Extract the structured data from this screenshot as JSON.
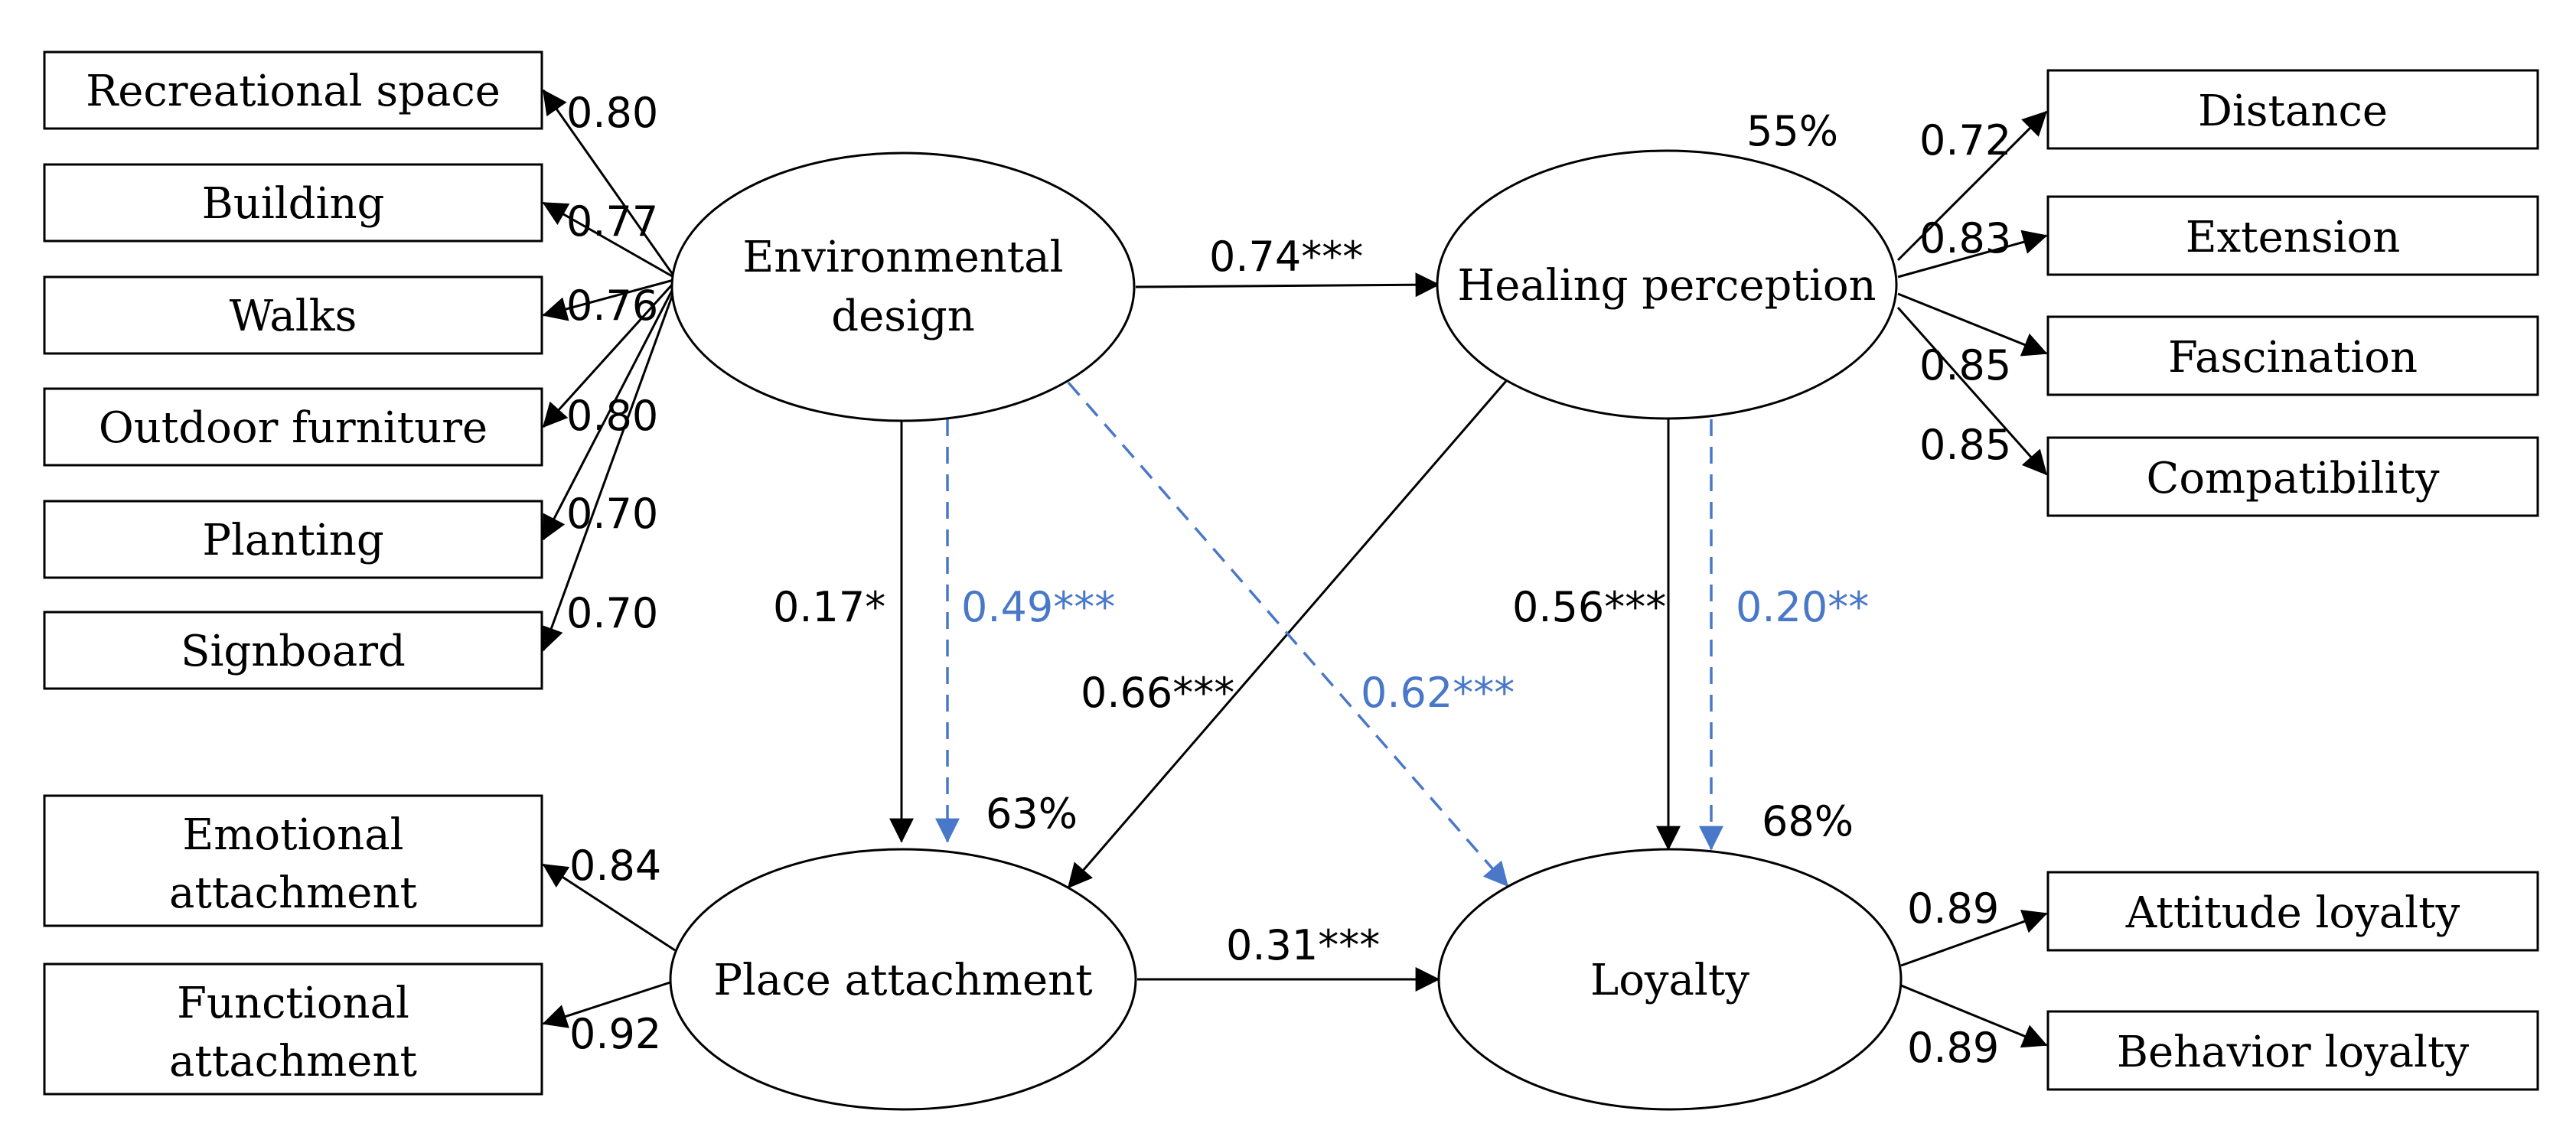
{
  "colors": {
    "black": "#000000",
    "blue": "#4a78c8"
  },
  "indicators": {
    "recreational_space": "Recreational space",
    "building": "Building",
    "walks": "Walks",
    "outdoor_furniture": "Outdoor furniture",
    "planting": "Planting",
    "signboard": "Signboard",
    "emotional_attachment": [
      "Emotional",
      "attachment"
    ],
    "functional_attachment": [
      "Functional",
      "attachment"
    ],
    "distance": "Distance",
    "extension": "Extension",
    "fascination": "Fascination",
    "compatibility": "Compatibility",
    "attitude_loyalty": "Attitude loyalty",
    "behavior_loyalty": "Behavior loyalty"
  },
  "constructs": {
    "environmental_design": [
      "Environmental",
      "design"
    ],
    "healing_perception": "Healing perception",
    "place_attachment": "Place attachment",
    "loyalty": "Loyalty"
  },
  "r_squared": {
    "healing_perception": "55%",
    "place_attachment": "63%",
    "loyalty": "68%"
  },
  "loadings": {
    "recreational_space": "0.80",
    "building": "0.77",
    "walks": "0.76",
    "outdoor_furniture": "0.80",
    "planting": "0.70",
    "signboard": "0.70",
    "emotional_attachment": "0.84",
    "functional_attachment": "0.92",
    "distance": "0.72",
    "extension": "0.83",
    "fascination": "0.85",
    "compatibility": "0.85",
    "attitude_loyalty": "0.89",
    "behavior_loyalty": "0.89"
  },
  "paths": {
    "env_to_healing": "0.74***",
    "env_to_place_direct": "0.17*",
    "env_to_place_indirect": "0.49***",
    "env_to_loyalty_indirect": "0.62***",
    "healing_to_place": "0.66***",
    "healing_to_loyalty_direct": "0.56***",
    "healing_to_loyalty_indirect": "0.20**",
    "place_to_loyalty": "0.31***"
  }
}
